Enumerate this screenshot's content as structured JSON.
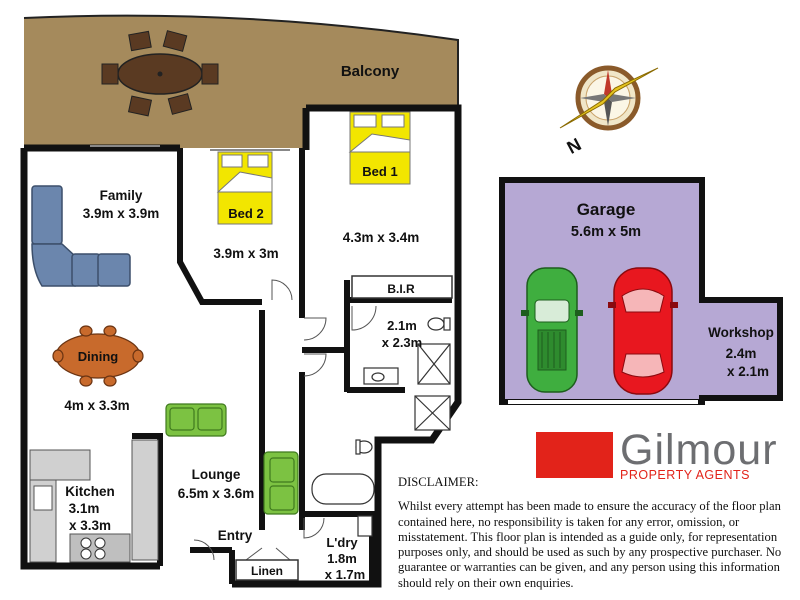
{
  "rooms": {
    "balcony": "Balcony",
    "family": {
      "name": "Family",
      "size": "3.9m x 3.9m"
    },
    "bed2": {
      "name": "Bed 2",
      "size": "3.9m x 3m"
    },
    "bed1": {
      "name": "Bed 1",
      "size": "4.3m x 3.4m"
    },
    "bir": "B.I.R",
    "bathroom": {
      "size_line1": "2.1m",
      "size_line2": "x 2.3m"
    },
    "dining": {
      "name": "Dining",
      "size": "4m x 3.3m"
    },
    "kitchen": {
      "name": "Kitchen",
      "size_line1": "3.1m",
      "size_line2": "x 3.3m"
    },
    "lounge": {
      "name": "Lounge",
      "size": "6.5m x 3.6m"
    },
    "entry": "Entry",
    "linen": "Linen",
    "laundry": {
      "name": "L'dry",
      "size_line1": "1.8m",
      "size_line2": "x 1.7m"
    },
    "garage": {
      "name": "Garage",
      "size": "5.6m x 5m"
    },
    "workshop": {
      "name": "Workshop",
      "size_line1": "2.4m",
      "size_line2": "x 2.1m"
    }
  },
  "compass": {
    "letter": "N"
  },
  "logo": {
    "name": "Gilmour",
    "subtitle": "PROPERTY AGENTS"
  },
  "disclaimer": {
    "title": "DISCLAIMER:",
    "body": "Whilst every attempt has been made to ensure the accuracy of the floor plan contained here, no responsibility is taken for any error, omission, or misstatement. This floor plan is intended as a guide only, for representation purposes only, and should be used as such by any prospective purchaser. No guarantee or warranties can be given, and any person using this information should rely on their own enquiries."
  },
  "colors": {
    "balcony": "#a58a5c",
    "garage": "#b6a8d4",
    "bed_highlight": "#f2e600",
    "sofa": "#6b86ad",
    "table": "#c86a2c",
    "lounge_chair": "#7cc242",
    "wall": "#111111",
    "brand_red": "#e2231a",
    "car_green": "#3fae3f",
    "car_red": "#e8171f"
  }
}
